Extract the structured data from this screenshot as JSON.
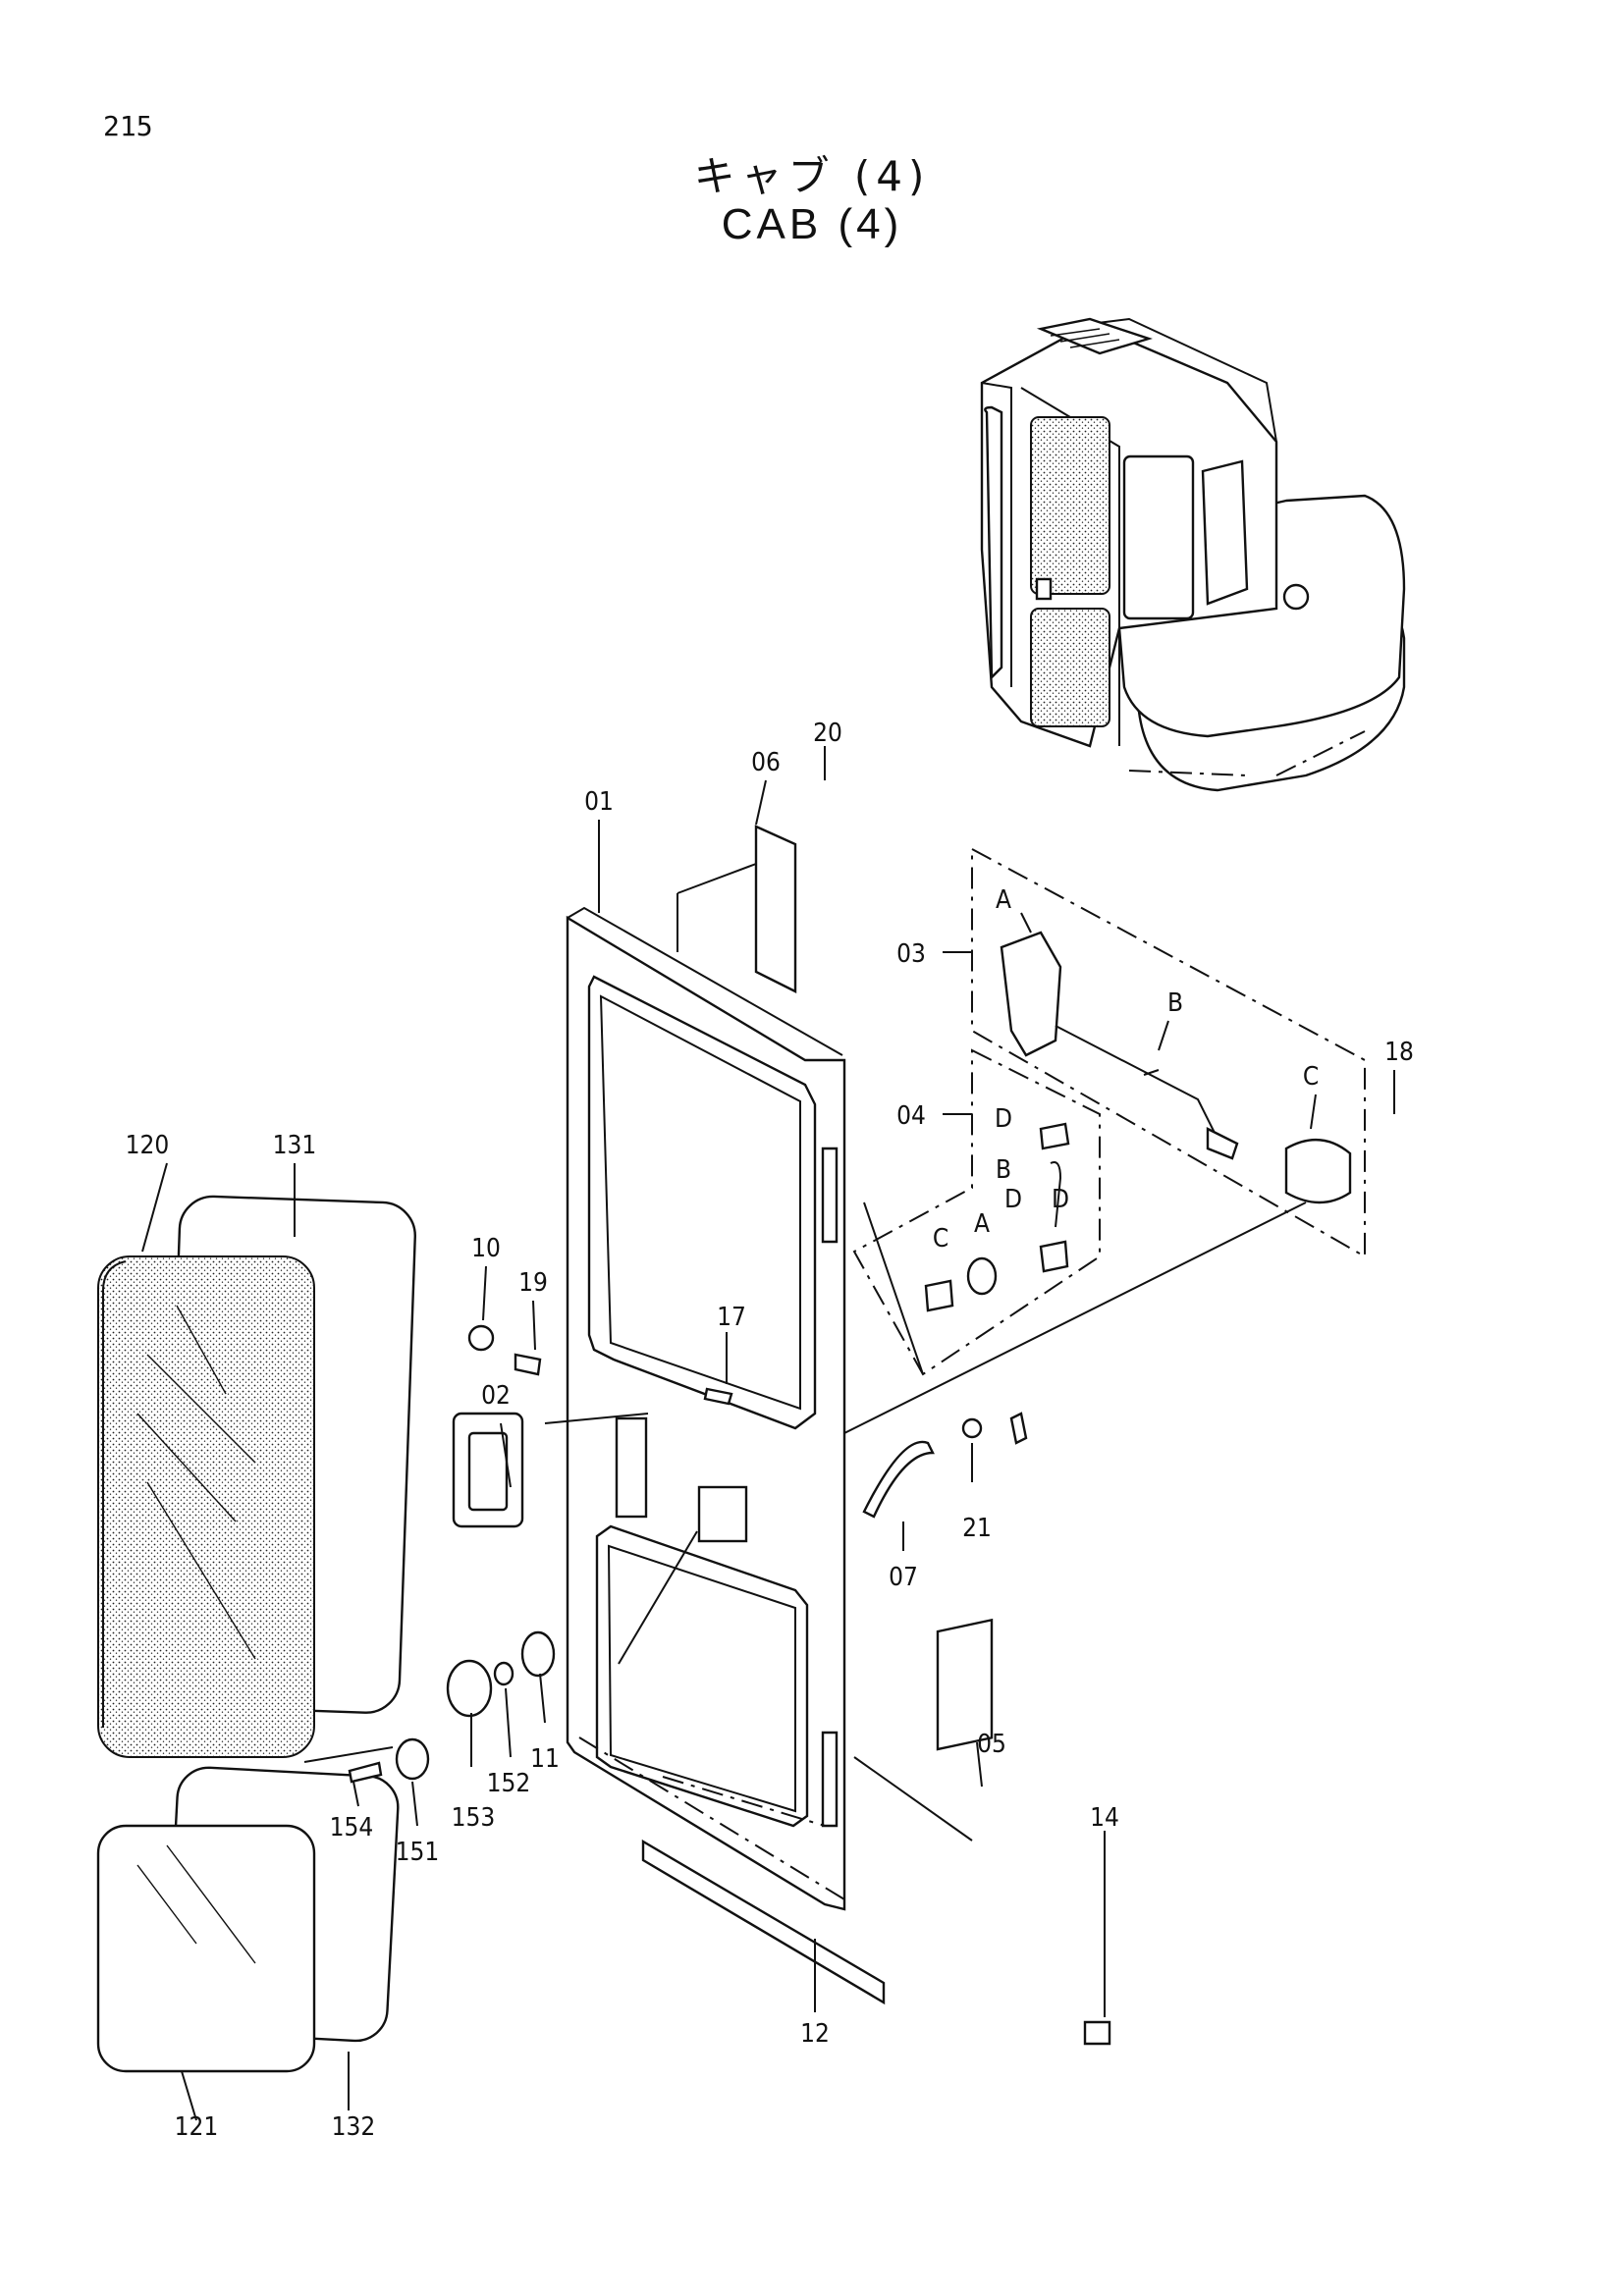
{
  "page_number": "215",
  "title_jp": "キャブ (4)",
  "title_en": "CAB (4)",
  "part_labels": {
    "p01": "01",
    "p02": "02",
    "p03": "03",
    "p04": "04",
    "p05": "05",
    "p06": "06",
    "p07": "07",
    "p10": "10",
    "p11": "11",
    "p12": "12",
    "p14": "14",
    "p17": "17",
    "p18": "18",
    "p19": "19",
    "p20": "20",
    "p21": "21",
    "p120": "120",
    "p121": "121",
    "p131": "131",
    "p132": "132",
    "p151": "151",
    "p152": "152",
    "p153": "153",
    "p154": "154"
  },
  "detail_labels": {
    "a1": "A",
    "b1": "B",
    "c1": "C",
    "d1": "D",
    "a2": "A",
    "b2": "B",
    "c2": "C",
    "d2": "D",
    "d3": "D"
  }
}
